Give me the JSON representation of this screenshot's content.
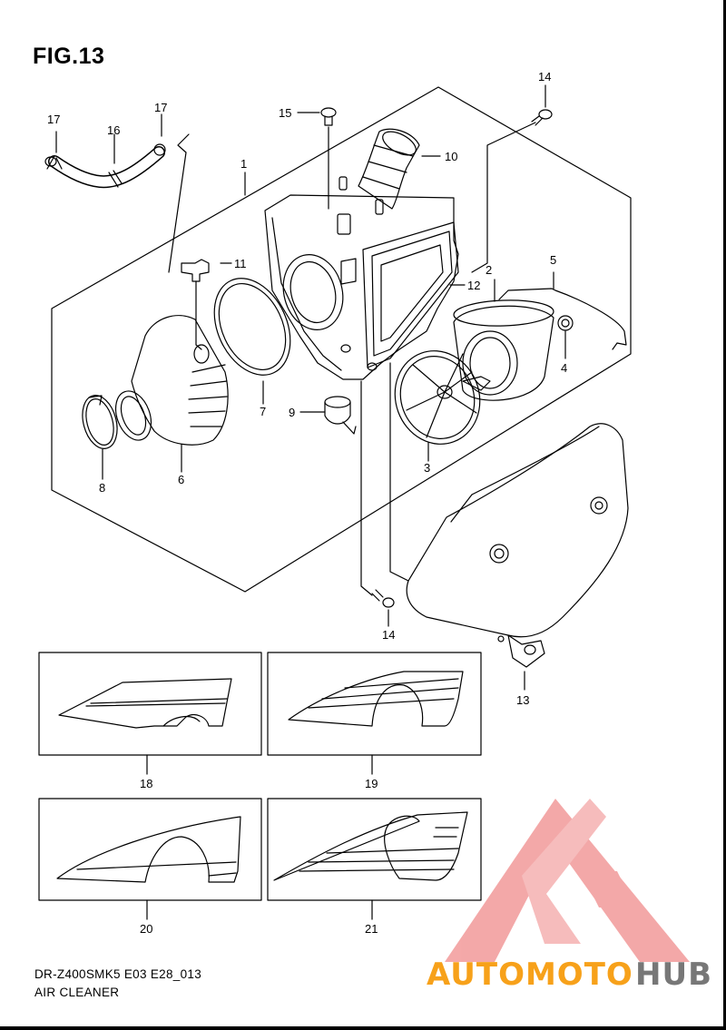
{
  "figure": {
    "title": "FIG.13",
    "model_code": "DR-Z400SMK5 E03 E28_013",
    "name": "AIR CLEANER"
  },
  "callouts": [
    "1",
    "2",
    "3",
    "4",
    "5",
    "6",
    "7",
    "8",
    "9",
    "10",
    "11",
    "12",
    "13",
    "14",
    "15",
    "16",
    "17",
    "18",
    "19",
    "20",
    "21"
  ],
  "watermark": {
    "brand_a": "AUTOMOTO",
    "brand_b": "HUB",
    "color_a": "#f7a11a",
    "color_b": "#777777",
    "logo_color": "#f29a9a"
  },
  "colors": {
    "line": "#000000",
    "background": "#ffffff"
  }
}
